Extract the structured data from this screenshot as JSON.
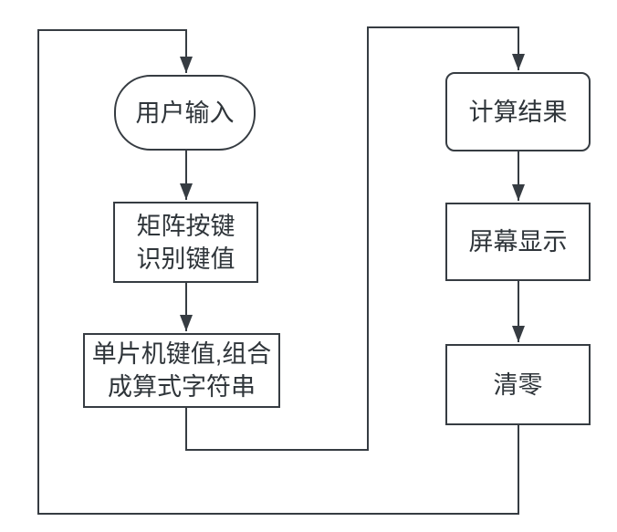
{
  "diagram": {
    "background": "#ffffff",
    "stroke_color": "#363c42",
    "text_color": "#2f353a",
    "nodes": [
      {
        "id": "user-input",
        "shape": "terminator",
        "label": "用户输入"
      },
      {
        "id": "matrix-keypad",
        "shape": "process",
        "label": "矩阵按键\n识别键值"
      },
      {
        "id": "mcu-string",
        "shape": "process",
        "label": "单片机键值,组合\n成算式字符串"
      },
      {
        "id": "calc-result",
        "shape": "rounded-process",
        "label": "计算结果"
      },
      {
        "id": "screen-display",
        "shape": "process",
        "label": "屏幕显示"
      },
      {
        "id": "clear-zero",
        "shape": "process",
        "label": "清零"
      }
    ],
    "edges": [
      {
        "from": "user-input",
        "to": "matrix-keypad"
      },
      {
        "from": "matrix-keypad",
        "to": "mcu-string"
      },
      {
        "from": "mcu-string",
        "to": "calc-result"
      },
      {
        "from": "calc-result",
        "to": "screen-display"
      },
      {
        "from": "screen-display",
        "to": "clear-zero"
      },
      {
        "from": "clear-zero",
        "to": "user-input"
      }
    ]
  }
}
